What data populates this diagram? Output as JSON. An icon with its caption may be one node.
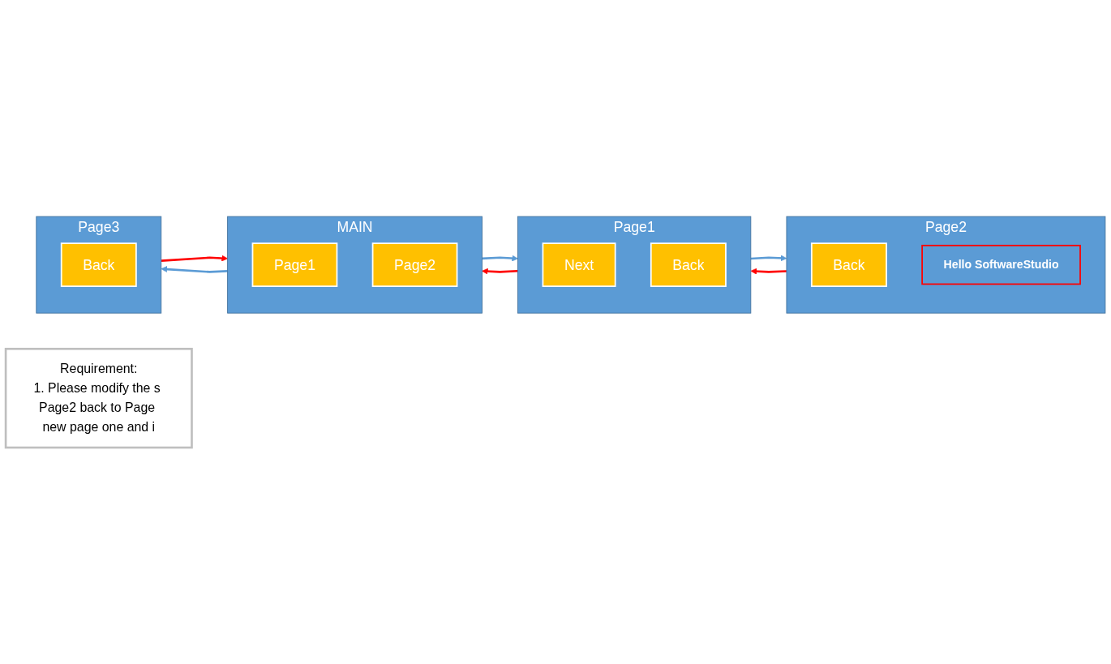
{
  "diagram": {
    "nodes": [
      {
        "text": [
          "MAIN"
        ]
      },
      {
        "text": [
          "Page1"
        ],
        "in": 0
      },
      {
        "text": [
          "Page2"
        ],
        "in": 0
      },
      {
        "text": [
          "Page1"
        ]
      },
      {
        "text": [
          "Next"
        ],
        "in": 3
      },
      {
        "text": [
          "Back"
        ],
        "in": 3
      },
      {
        "text": [
          "Page2"
        ]
      },
      {
        "text": [
          "Back"
        ],
        "in": 6
      },
      {
        "text": [
          "Hello SoftwareStudio"
        ],
        "in": 6
      },
      {
        "text": [
          "Page3"
        ]
      },
      {
        "text": [
          "Back"
        ],
        "in": 9
      },
      {
        "text": [
          "Requirement:",
          "1. Please modify the s Page2 back to Page new page one and i"
        ]
      }
    ],
    "edges": [
      {
        "from": 0,
        "to": 3,
        "arrow": "to",
        "color": "#5b9bd5"
      },
      {
        "from": 3,
        "to": 0,
        "arrow": "to",
        "color": "#ff0000"
      },
      {
        "from": 3,
        "to": 6,
        "arrow": "to",
        "color": "#5b9bd5"
      },
      {
        "from": 6,
        "to": 3,
        "arrow": "to",
        "color": "#ff0000"
      },
      {
        "from": 0,
        "to": 9,
        "arrow": "to",
        "color": "#5b9bd5"
      },
      {
        "from": 9,
        "to": 0,
        "arrow": "to",
        "color": "#ff0000"
      }
    ]
  }
}
